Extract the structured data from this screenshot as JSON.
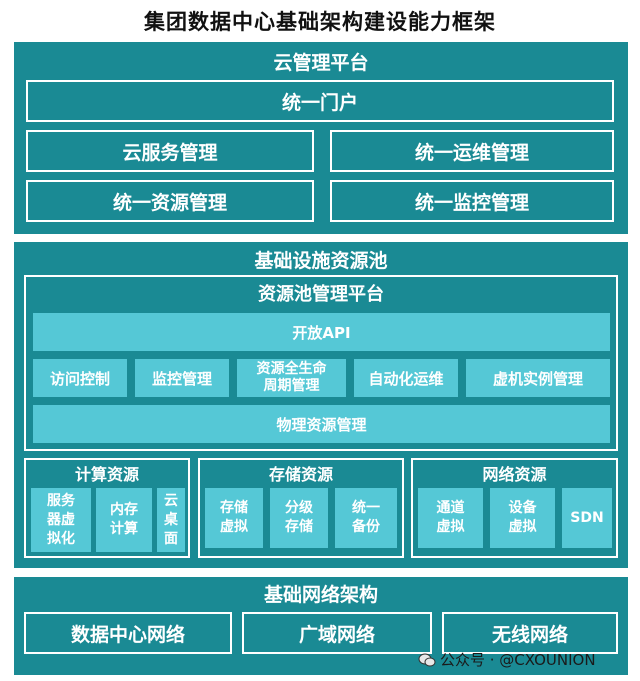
{
  "title": "集团数据中心基础架构建设能力框架",
  "cloud_platform": {
    "title": "云管理平台",
    "portal": "统一门户",
    "items": [
      "云服务管理",
      "统一运维管理",
      "统一资源管理",
      "统一监控管理"
    ]
  },
  "resource_pool": {
    "title": "基础设施资源池",
    "mgmt_platform": {
      "title": "资源池管理平台",
      "api": "开放API",
      "functions": [
        "访问控制",
        "监控管理",
        "资源全生命\n周期管理",
        "自动化运维",
        "虚机实例管理"
      ],
      "physical": "物理资源管理"
    },
    "compute": {
      "title": "计算资源",
      "items": [
        "服务\n器虚\n拟化",
        "内存\n计算",
        "云\n桌\n面"
      ]
    },
    "storage": {
      "title": "存储资源",
      "items": [
        "存储\n虚拟",
        "分级\n存储",
        "统一\n备份"
      ]
    },
    "network": {
      "title": "网络资源",
      "items": [
        "通道\n虚拟",
        "设备\n虚拟",
        "SDN"
      ]
    }
  },
  "base_network": {
    "title": "基础网络架构",
    "items": [
      "数据中心网络",
      "广域网络",
      "无线网络"
    ]
  },
  "watermark": "公众号 · @CXOUNION",
  "colors": {
    "dark_teal": "#1a8a94",
    "light_teal": "#55c8d6",
    "border": "#ffffff"
  }
}
